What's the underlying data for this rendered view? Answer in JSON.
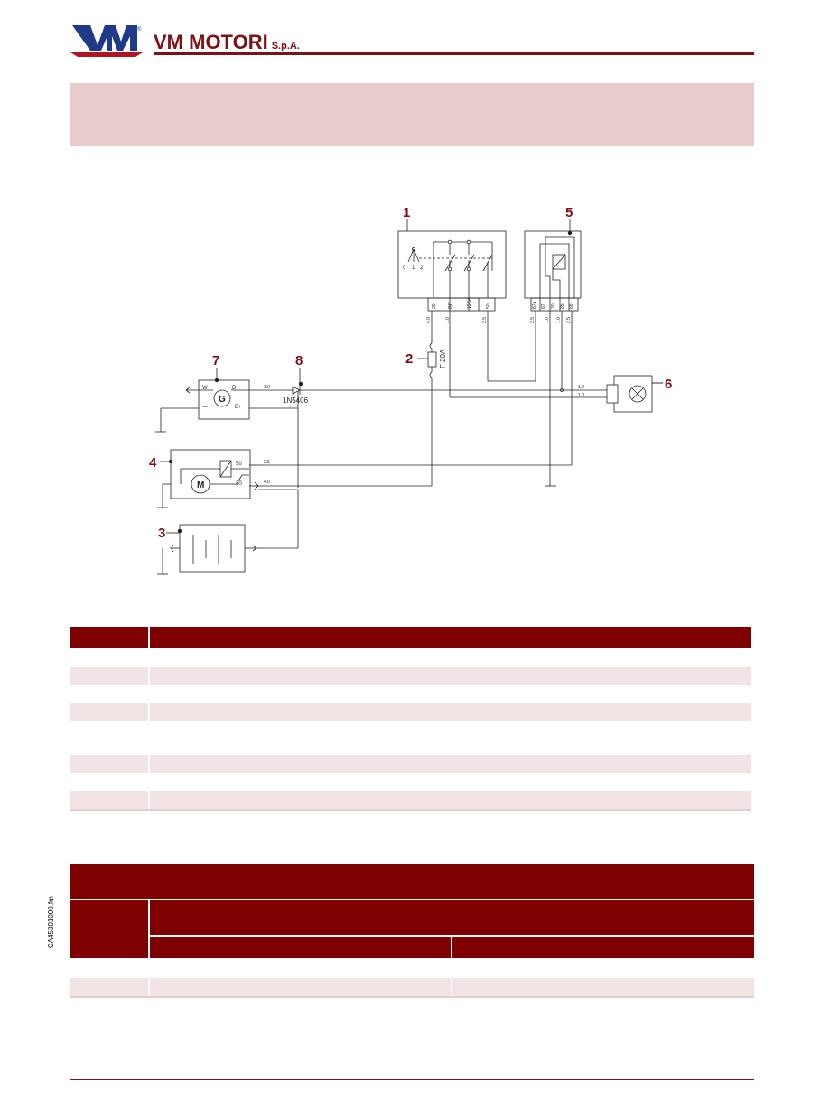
{
  "header": {
    "brand_name": "VM MOTORI",
    "brand_suffix": "S.p.A.",
    "logo_icon": "vm-logo-icon",
    "accent_color": "#7f1015",
    "band_color": "#e8cccc"
  },
  "side_code": "CA45301000.fm",
  "diagram": {
    "callouts": [
      "1",
      "2",
      "3",
      "4",
      "5",
      "6",
      "7",
      "8"
    ],
    "ignition_switch": {
      "positions": [
        "0",
        "1",
        "2"
      ],
      "terminals": [
        "30",
        "INT",
        "15-54",
        "50"
      ]
    },
    "relay_terminals": [
      "87a",
      "87",
      "30",
      "85",
      "86"
    ],
    "wire_gauges": {
      "switch_30": "4.0",
      "switch_int": "1.0",
      "switch_1554": "2.5",
      "relay_87a": "2.5",
      "relay_85": "1.0",
      "relay_86": "1.0",
      "relay_30": "2.5",
      "lamp_top": "1.0",
      "lamp_bottom": "1.0",
      "alt_d": "1.0",
      "starter_50": "2.5",
      "starter_30": "4.0"
    },
    "fuse_label": "F 20A",
    "diode_label": "1N5406",
    "alternator": {
      "symbol": "G",
      "w": "W",
      "d_plus": "D+",
      "b_plus": "B+",
      "minus": "—"
    },
    "starter": {
      "symbol": "M",
      "t50": "50",
      "t30": "30"
    }
  },
  "legend_rows": [
    {
      "shade": false
    },
    {
      "shade": true
    },
    {
      "shade": false
    },
    {
      "shade": true
    },
    {
      "shade": false
    },
    {
      "shade": true
    },
    {
      "shade": false
    },
    {
      "shade": true
    }
  ]
}
